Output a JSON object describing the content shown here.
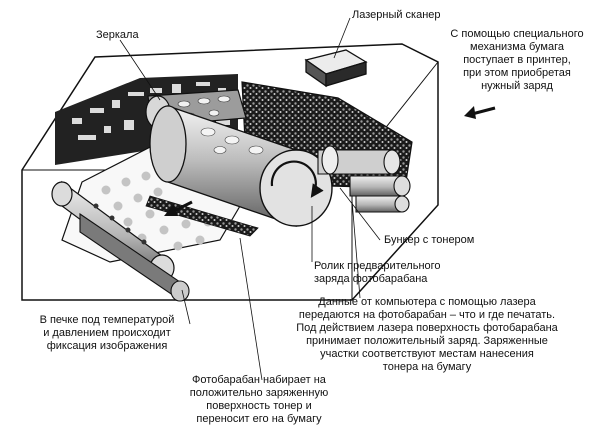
{
  "labels": {
    "mirrors": "Зеркала",
    "laser_scanner": "Лазерный сканер",
    "paper_feed": "С помощью специального\nмеханизма бумага\nпоступает в принтер,\nпри этом приобретая\nнужный заряд",
    "toner_hopper": "Бункер с тонером",
    "precharge_roller": "Ролик предварительного\nзаряда фотобарабана",
    "laser_data": "Данные от компьютера с помощью лазера\nпередаются на фотобарабан – что и где печатать.\nПод действием лазера поверхность фотобарабана\nпринимает положительный заряд. Заряженные\nучастки соответствуют местам нанесения\nтонера на бумагу",
    "fuser": "В печке под температурой\nи давлением происходит\nфиксация изображения",
    "drum_transfer": "Фотобарабан набирает на\nположительно заряженную\nповерхность тонер и\nпереносит его на бумагу"
  },
  "colors": {
    "ink": "#111111",
    "paper": "#ffffff",
    "dark": "#2a2a2a",
    "mid": "#8a8a8a",
    "light": "#d6d6d6"
  }
}
